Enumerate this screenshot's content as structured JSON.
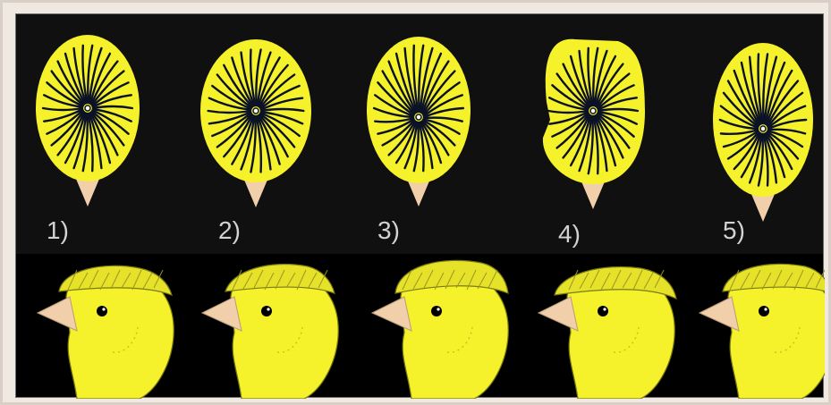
{
  "figure": {
    "labels": [
      "1)",
      "2)",
      "3)",
      "4)",
      "5)"
    ]
  },
  "colors": {
    "feather": "#f5f12a",
    "dark_stroke": "#0c1226",
    "beak": "#f1cfab",
    "outline": "#7a7a14",
    "background": "#000000",
    "panel_top": "#101010"
  },
  "icons": [
    "canary-crest-top-view",
    "canary-head-side-view"
  ]
}
